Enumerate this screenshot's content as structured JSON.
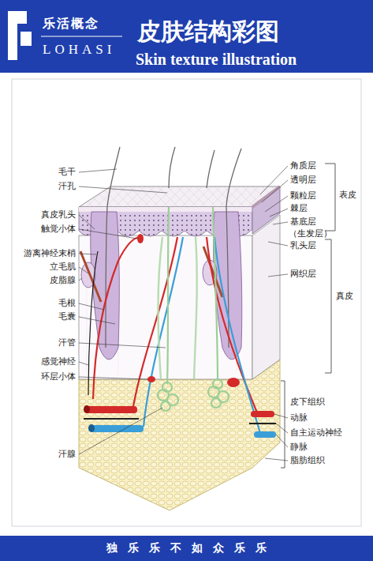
{
  "diagram": {
    "title": "皮肤结构彩图",
    "labels": [
      "乐活概念",
      "LOHASI",
      "Skin texture illustration",
      "毛干",
      "汗孔",
      "真皮乳头",
      "触觉小体",
      "游离神经末梢",
      "立毛肌",
      "皮脂腺",
      "毛根",
      "毛囊",
      "汗管",
      "感觉神经",
      "环层小体",
      "汗腺",
      "角质层",
      "透明层",
      "颗粒层",
      "棘层",
      "基底层",
      "（生发层）",
      "表皮",
      "乳头层",
      "网织层",
      "真皮",
      "皮下组织",
      "动脉",
      "自主运动神经",
      "静脉",
      "脂肪组织",
      "独乐乐不如众乐乐"
    ]
  }
}
